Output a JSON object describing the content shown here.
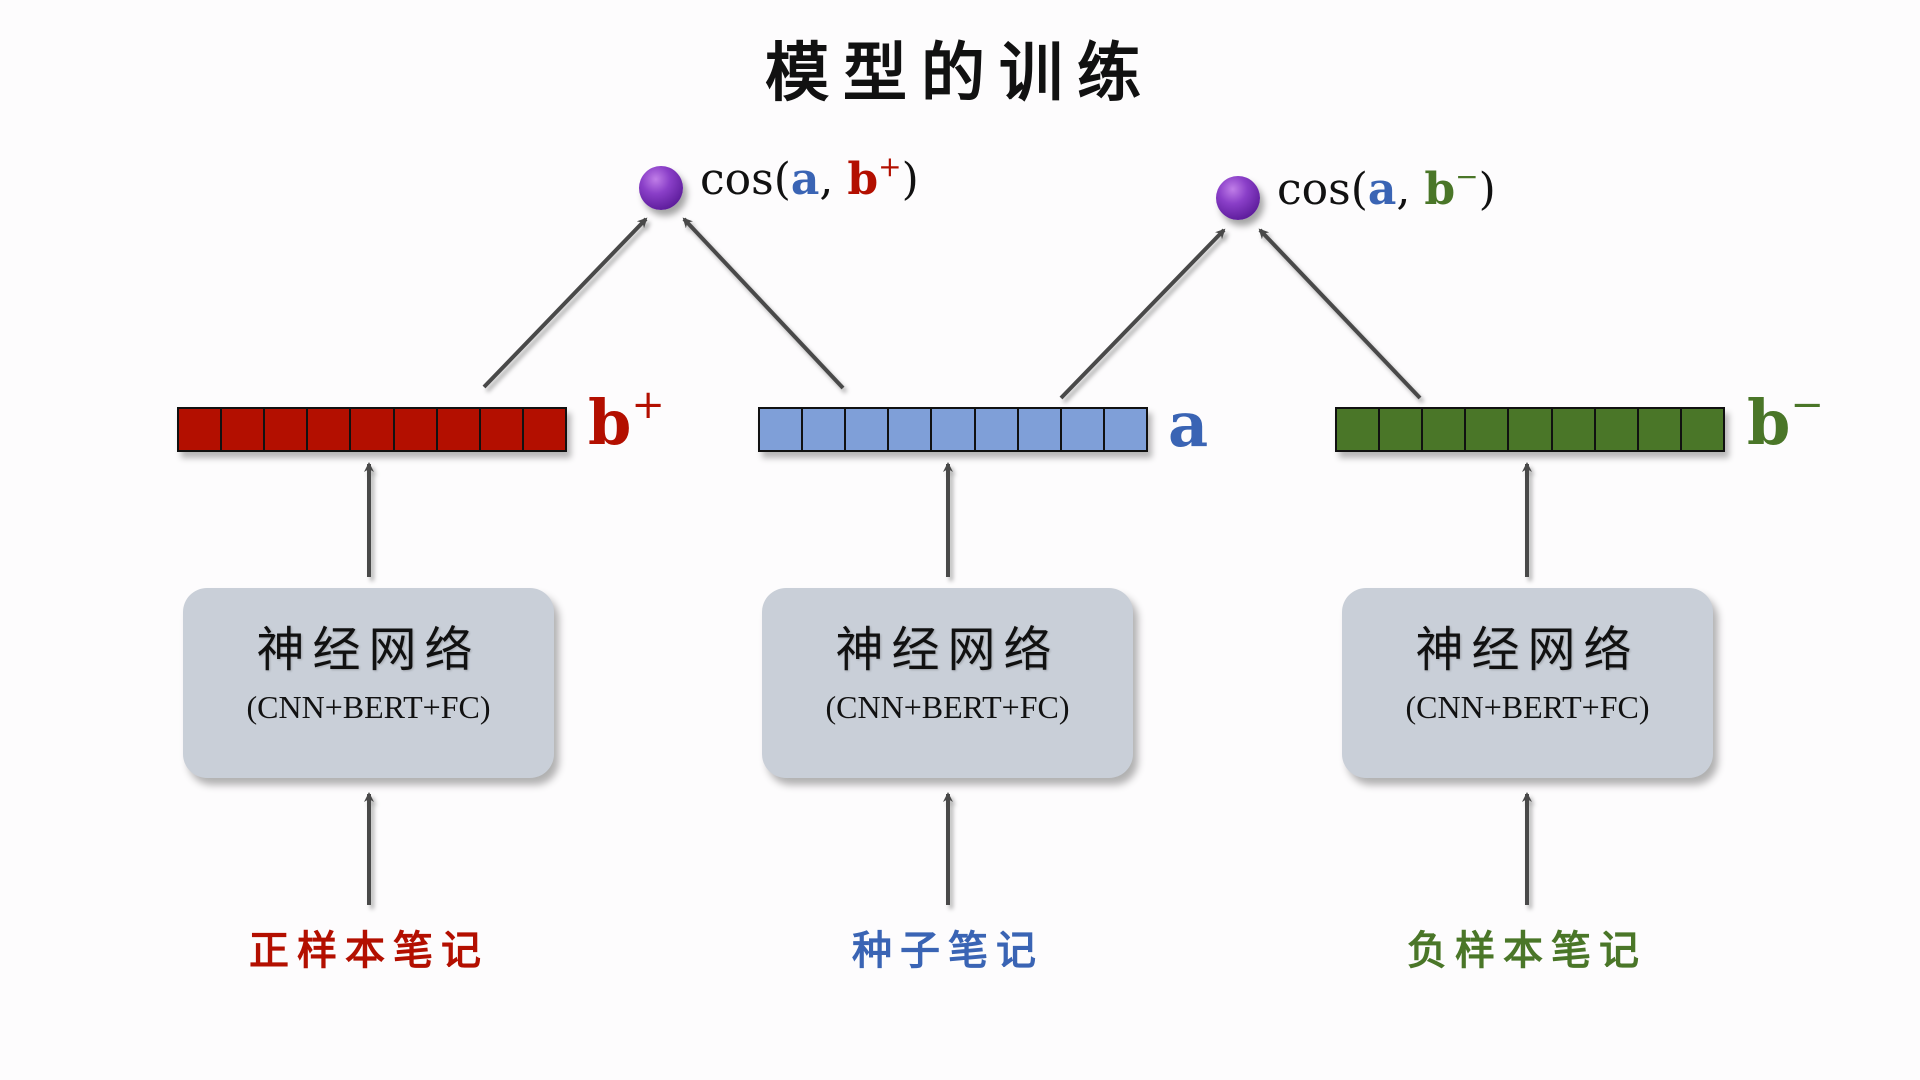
{
  "title": "模型的训练",
  "colors": {
    "positive": "#b30f00",
    "seed": "#3a64b4",
    "seed_fill": "#7f9fd8",
    "negative": "#4a7628",
    "negative_fill": "#4a7628",
    "arrow": "#4a4a4a",
    "box_fill": "#c9cfd8",
    "sphere": "#7b2fbe"
  },
  "similarities": [
    {
      "prefix": "cos(",
      "arg1": "a",
      "sep": ", ",
      "arg2": "b",
      "arg2_sup": "+",
      "suffix": ")"
    },
    {
      "prefix": "cos(",
      "arg1": "a",
      "sep": ", ",
      "arg2": "b",
      "arg2_sup": "−",
      "suffix": ")"
    }
  ],
  "columns": [
    {
      "vector_label": "b",
      "vector_sup": "+",
      "cells": 9,
      "network_name": "神经网络",
      "network_arch": "(CNN+BERT+FC)",
      "input_label": "正样本笔记"
    },
    {
      "vector_label": "a",
      "vector_sup": "",
      "cells": 9,
      "network_name": "神经网络",
      "network_arch": "(CNN+BERT+FC)",
      "input_label": "种子笔记"
    },
    {
      "vector_label": "b",
      "vector_sup": "−",
      "cells": 9,
      "network_name": "神经网络",
      "network_arch": "(CNN+BERT+FC)",
      "input_label": "负样本笔记"
    }
  ]
}
